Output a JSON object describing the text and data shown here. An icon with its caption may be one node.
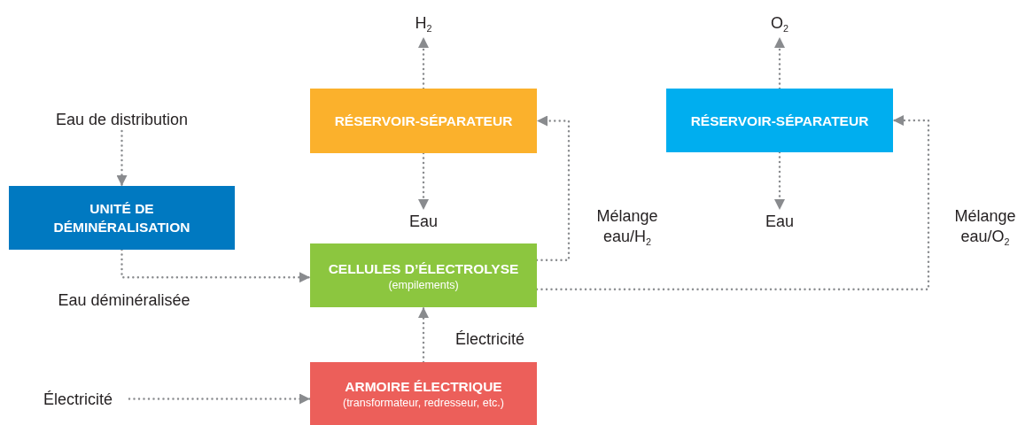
{
  "diagram": {
    "nodes": [
      {
        "text": [
          "Eau de distribution"
        ]
      },
      {
        "text": [
          "UNITÉ DE DÉMINÉRALISATION"
        ]
      },
      {
        "text": [
          "RÉSERVOIR-SÉPARATEUR"
        ]
      },
      {
        "text": [
          "H$_{2}$"
        ]
      },
      {
        "text": [
          "Eau"
        ]
      },
      {
        "text": [
          "CELLULES D’ÉLECTROLYSE",
          "(empilements)"
        ]
      },
      {
        "text": [
          "RÉSERVOIR-SÉPARATEUR"
        ]
      },
      {
        "text": [
          "O$_{2}$"
        ]
      },
      {
        "text": [
          "Eau"
        ]
      },
      {
        "text": [
          "ARMOIRE ÉLECTRIQUE",
          "(transformateur, redresseur, etc.)"
        ]
      },
      {
        "text": [
          "Électricité"
        ]
      }
    ],
    "edges": [
      {
        "from": 0,
        "to": 1,
        "arrow": "to"
      },
      {
        "from": 1,
        "to": 5,
        "arrow": "to",
        "label": "Eau déminéralisée"
      },
      {
        "from": 2,
        "to": 3,
        "arrow": "to"
      },
      {
        "from": 2,
        "to": 4,
        "arrow": "to"
      },
      {
        "from": 5,
        "to": 2,
        "arrow": "to",
        "label": "Mélange eau/H$_{2}$"
      },
      {
        "from": 6,
        "to": 7,
        "arrow": "to"
      },
      {
        "from": 6,
        "to": 8,
        "arrow": "to"
      },
      {
        "from": 5,
        "to": 6,
        "arrow": "to",
        "label": "Mélange eau/O$_{2}$"
      },
      {
        "from": 9,
        "to": 5,
        "arrow": "to",
        "label": "Électricité"
      },
      {
        "from": 10,
        "to": 9,
        "arrow": "to"
      }
    ]
  }
}
